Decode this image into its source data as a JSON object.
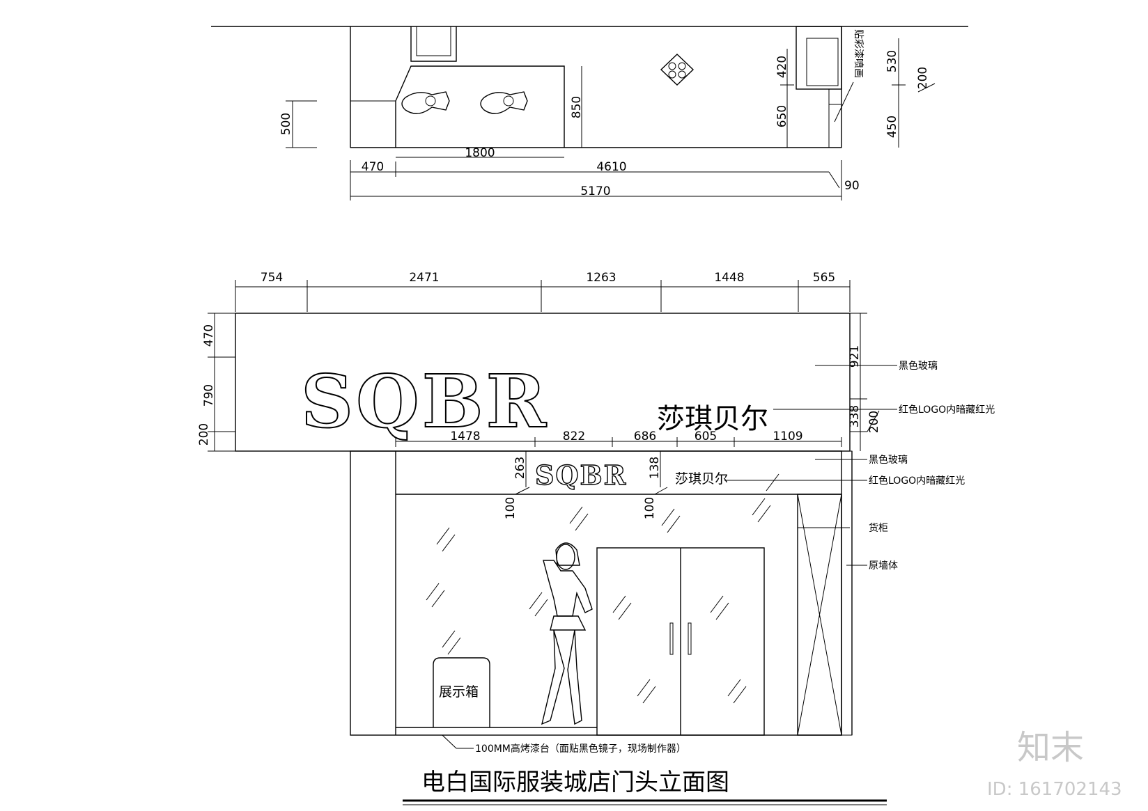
{
  "plan": {
    "dims_bottom": [
      "470",
      "1800",
      "4610",
      "5170",
      "90"
    ],
    "dims_left": [
      "500"
    ],
    "dims_mid": [
      "850",
      "420",
      "650"
    ],
    "dims_right": [
      "530",
      "200",
      "450"
    ],
    "note_vertical": "贴彩漆喷画"
  },
  "elevation": {
    "dims_top": [
      "754",
      "2471",
      "1263",
      "1448",
      "565"
    ],
    "dims_left": [
      "470",
      "790",
      "200"
    ],
    "dims_right": [
      "921",
      "338",
      "200"
    ],
    "dims_lower": [
      "1478",
      "822",
      "686",
      "605",
      "1109"
    ],
    "dims_band": [
      "263",
      "138",
      "100",
      "100"
    ],
    "logo_text": "SQBR",
    "brand_cn": "莎琪贝尔",
    "display_box": "展示箱",
    "notes": {
      "black_glass_1": "黑色玻璃",
      "red_logo_1": "红色LOGO内暗藏红光",
      "black_glass_2": "黑色玻璃",
      "red_logo_2": "红色LOGO内暗藏红光",
      "shelf": "货柜",
      "wall": "原墙体",
      "platform": "100MM高烤漆台（面贴黑色镜子，现场制作器）"
    }
  },
  "title": "电白国际服装城店门头立面图",
  "watermark": {
    "logo": "知末",
    "id": "ID: 161702143"
  }
}
